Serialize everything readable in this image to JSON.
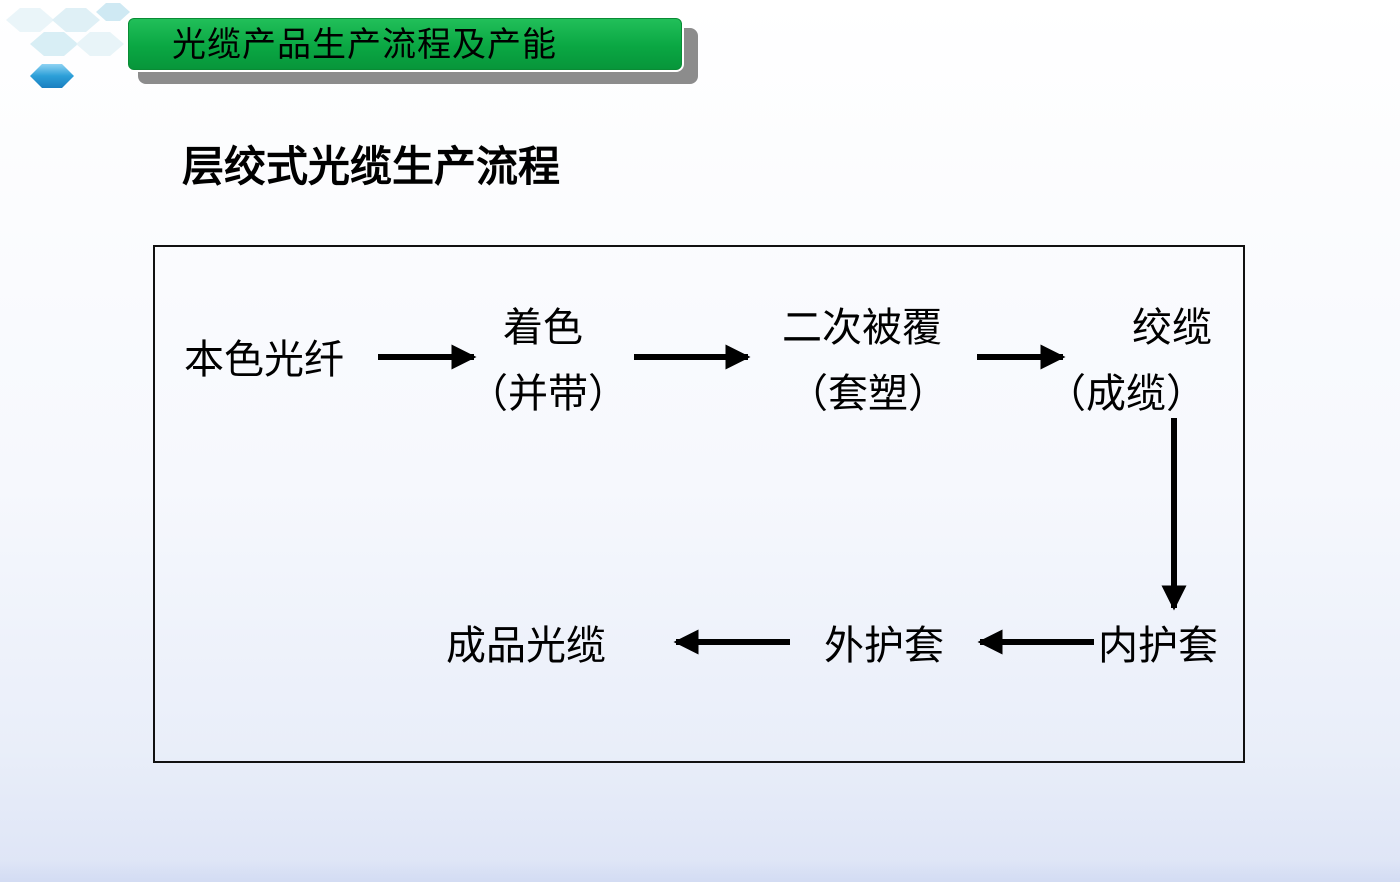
{
  "slide": {
    "title": "光缆产品生产流程及产能",
    "subtitle": "层绞式光缆生产流程"
  },
  "flow": {
    "nodes": {
      "bare_fiber": "本色光纤",
      "coloring": "着色",
      "coloring_note": "（并带）",
      "secondary_coating": "二次被覆",
      "secondary_coating_note": "（套塑）",
      "stranding": "绞缆",
      "stranding_note": "（成缆）",
      "inner_sheath": "内护套",
      "outer_sheath": "外护套",
      "finished_cable": "成品光缆"
    },
    "edges": [
      {
        "from": "bare_fiber",
        "to": "coloring"
      },
      {
        "from": "coloring",
        "to": "secondary_coating"
      },
      {
        "from": "secondary_coating",
        "to": "stranding"
      },
      {
        "from": "stranding",
        "to": "inner_sheath"
      },
      {
        "from": "inner_sheath",
        "to": "outer_sheath"
      },
      {
        "from": "outer_sheath",
        "to": "finished_cable"
      }
    ]
  },
  "colors": {
    "title_bar": "#0aa743",
    "arrow": "#000000",
    "hex_light": "#cfe9f3",
    "hex_blue": "#2a9fd6"
  }
}
